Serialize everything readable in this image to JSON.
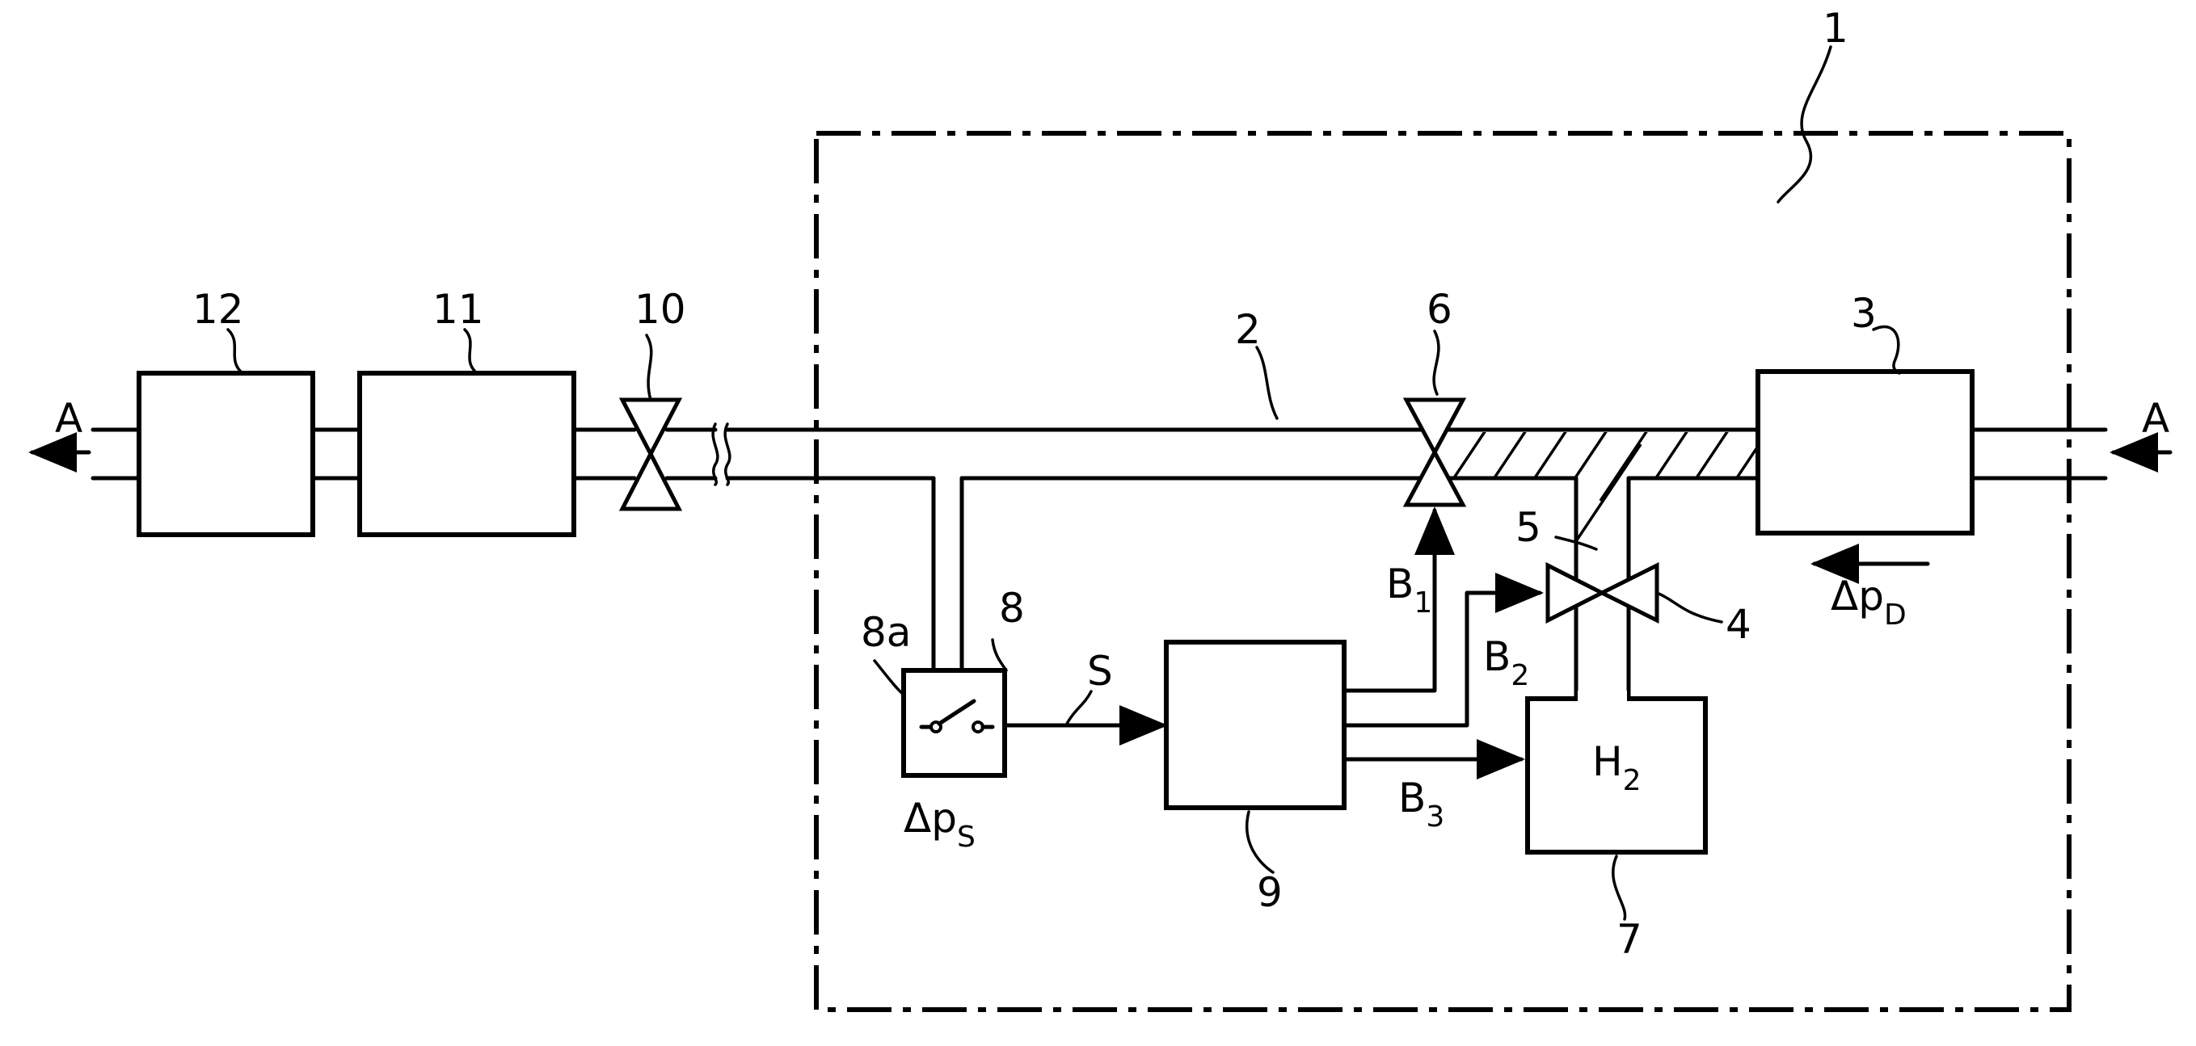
{
  "labels": {
    "system": "1",
    "line": "2",
    "input_unit": "3",
    "valve_4": "4",
    "branch_5": "5",
    "valve_6": "6",
    "tank": "7",
    "sensor": "8",
    "switch": "8a",
    "controller": "9",
    "valve_10": "10",
    "unit_11": "11",
    "unit_12": "12",
    "flow_in": "A",
    "flow_out": "A",
    "signal": "S"
  },
  "symbols": {
    "b1": {
      "base": "B",
      "sub": "1"
    },
    "b2": {
      "base": "B",
      "sub": "2"
    },
    "b3": {
      "base": "B",
      "sub": "3"
    },
    "tank_gas": {
      "base": "H",
      "sub": "2"
    },
    "dp_sensor": {
      "base": "Δp",
      "sub": "S"
    },
    "dp_unit": {
      "base": "Δp",
      "sub": "D"
    }
  }
}
